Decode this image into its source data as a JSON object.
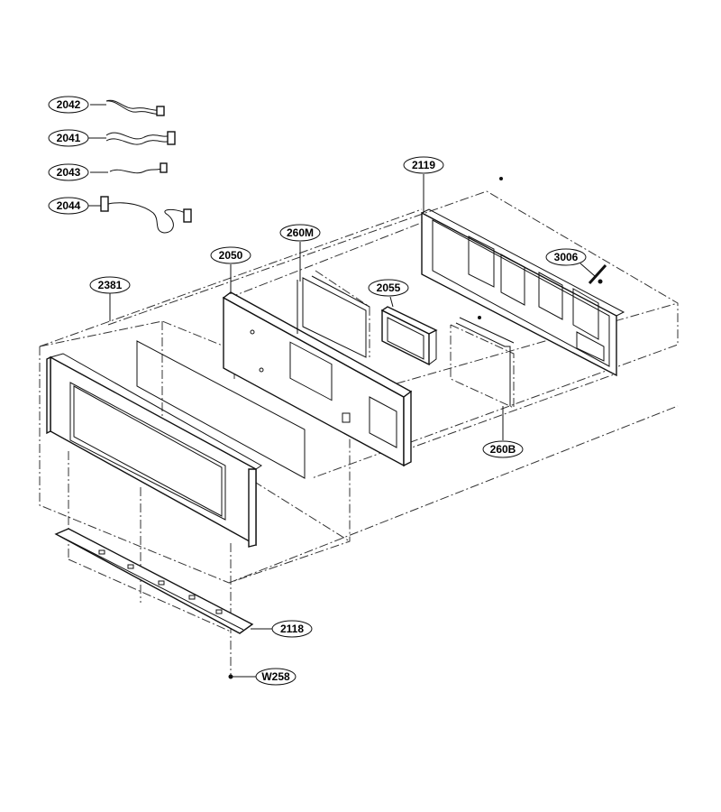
{
  "diagram": {
    "parts": [
      {
        "id": "2042",
        "label": "2042",
        "kind": "wire-harness"
      },
      {
        "id": "2041",
        "label": "2041",
        "kind": "wire-harness"
      },
      {
        "id": "2043",
        "label": "2043",
        "kind": "wire-harness"
      },
      {
        "id": "2044",
        "label": "2044",
        "kind": "wire-harness"
      },
      {
        "id": "2119",
        "label": "2119",
        "kind": "rear-frame"
      },
      {
        "id": "260M",
        "label": "260M",
        "kind": "bracket"
      },
      {
        "id": "2050",
        "label": "2050",
        "kind": "control-panel-frame"
      },
      {
        "id": "2055",
        "label": "2055",
        "kind": "display-module"
      },
      {
        "id": "3006",
        "label": "3006",
        "kind": "screw"
      },
      {
        "id": "2381",
        "label": "2381",
        "kind": "front-panel"
      },
      {
        "id": "260B",
        "label": "260B",
        "kind": "bracket"
      },
      {
        "id": "2118",
        "label": "2118",
        "kind": "bottom-rail"
      },
      {
        "id": "W258",
        "label": "W258",
        "kind": "screw"
      }
    ]
  }
}
